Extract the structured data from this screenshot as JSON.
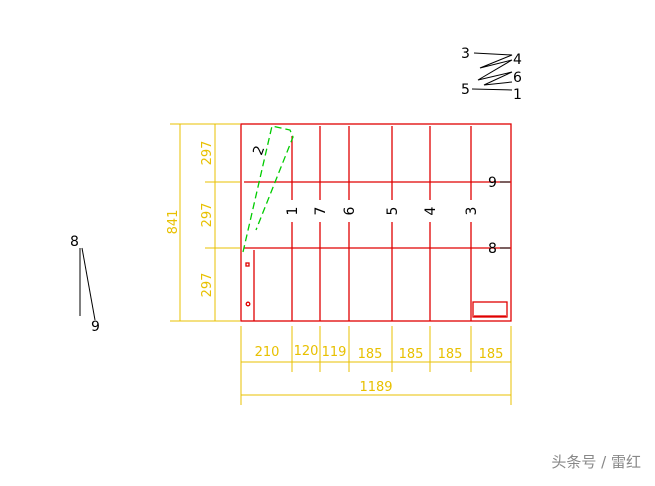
{
  "colors": {
    "frame": "#e00000",
    "dimension": "#e8c000",
    "fold": "#00cc00",
    "label": "#000000"
  },
  "column_labels": [
    "1",
    "7",
    "6",
    "5",
    "4",
    "3"
  ],
  "row_labels": [
    "9",
    "8"
  ],
  "fold_label": "2",
  "dimensions": {
    "total_height": "841",
    "row_heights": [
      "297",
      "297",
      "297"
    ],
    "column_widths": [
      "210",
      "120",
      "119",
      "185",
      "185",
      "185",
      "185"
    ],
    "total_width": "1189"
  },
  "legend_top": {
    "labels": [
      "3",
      "4",
      "6",
      "5",
      "1"
    ]
  },
  "legend_left": {
    "labels": [
      "8",
      "9"
    ]
  },
  "watermark": "头条号 / 雷红"
}
